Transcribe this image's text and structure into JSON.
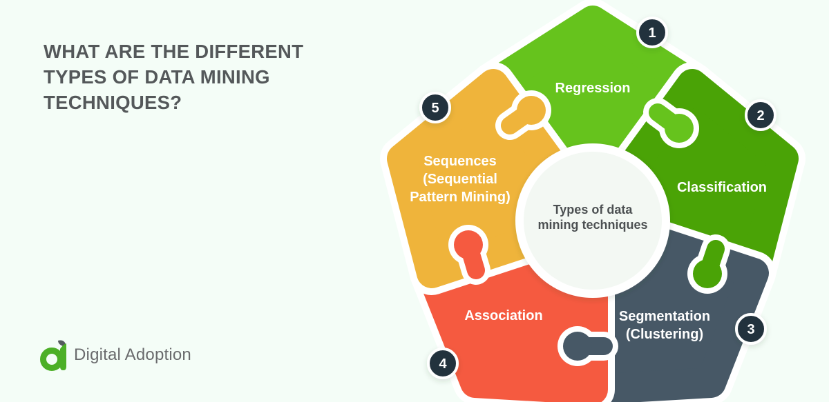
{
  "background": "#f4fdf7",
  "title": {
    "full_text": "WHAT ARE THE DIFFERENT TYPES OF DATA MINING TECHNIQUES?",
    "lines": [
      "WHAT ARE THE DIFFERENT",
      "TYPES OF DATA MINING",
      "TECHNIQUES?"
    ],
    "color": "#54585a"
  },
  "center_label": {
    "full_text": "Types of data mining techniques",
    "lines": [
      "Types of data",
      "mining techniques"
    ],
    "text_color": "#4c5052",
    "circle_color": "#f3f8f3"
  },
  "pieces": [
    {
      "number": "1",
      "name": "Regression",
      "lines": [
        "Regression"
      ],
      "color": "#66c31d"
    },
    {
      "number": "2",
      "name": "Classification",
      "lines": [
        "Classification"
      ],
      "color": "#4aa306"
    },
    {
      "number": "3",
      "name": "Segmentation (Clustering)",
      "lines": [
        "Segmentation",
        "(Clustering)"
      ],
      "color": "#475866"
    },
    {
      "number": "4",
      "name": "Association",
      "lines": [
        "Association"
      ],
      "color": "#f55a40"
    },
    {
      "number": "5",
      "name": "Sequences (Sequential Pattern Mining)",
      "lines": [
        "Sequences",
        "(Sequential",
        "Pattern Mining)"
      ],
      "color": "#efb43b"
    }
  ],
  "badge": {
    "fill": "#24303d",
    "text_color": "#ffffff"
  },
  "logo": {
    "text": "Digital Adoption",
    "mark_color": "#4caf27",
    "leaf_color": "#555a5e",
    "text_color": "#6a6b6d"
  }
}
